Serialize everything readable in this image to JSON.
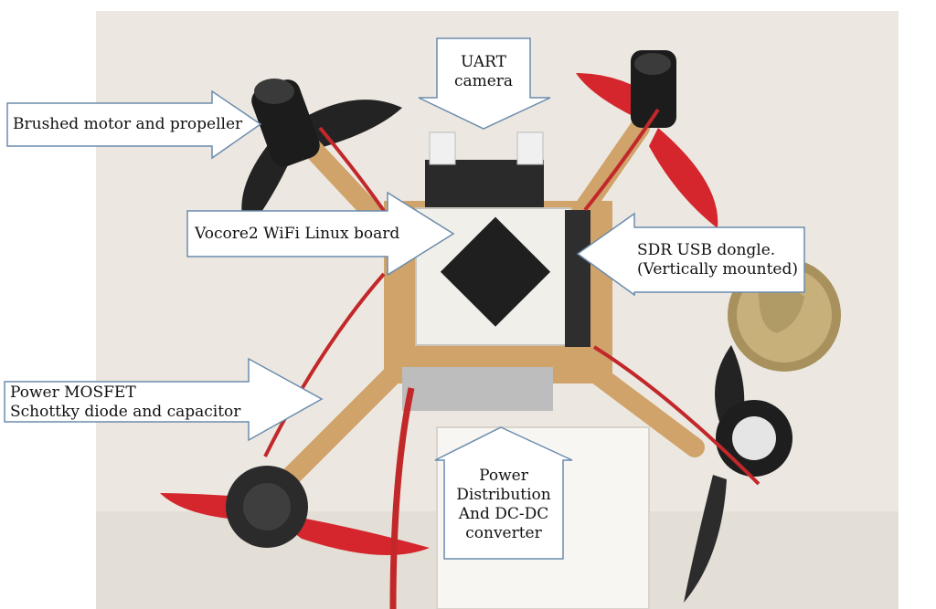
{
  "image": {
    "subject": "drone-photo",
    "colors": {
      "background": "#ece8e1",
      "frame": "#cfa36a",
      "propeller_red": "#d4262c",
      "propeller_black": "#232323",
      "board": "#f1efe9",
      "chip": "#1f1f1f",
      "arrow_fill": "#ffffff",
      "arrow_stroke": "#6b8cae",
      "coin": "#b9a16b"
    }
  },
  "callouts": {
    "uart_camera": {
      "lines": [
        "UART",
        "camera"
      ]
    },
    "brushed_motor": {
      "lines": [
        "Brushed motor and propeller"
      ]
    },
    "vocore2": {
      "lines": [
        "Vocore2 WiFi Linux board"
      ]
    },
    "sdr_dongle": {
      "lines": [
        "SDR USB dongle.",
        "(Vertically mounted)"
      ]
    },
    "power_mosfet": {
      "lines": [
        "Power MOSFET",
        "Schottky diode and capacitor"
      ]
    },
    "power_distribution": {
      "lines": [
        "Power",
        "Distribution",
        "And DC-DC",
        "converter"
      ]
    }
  }
}
